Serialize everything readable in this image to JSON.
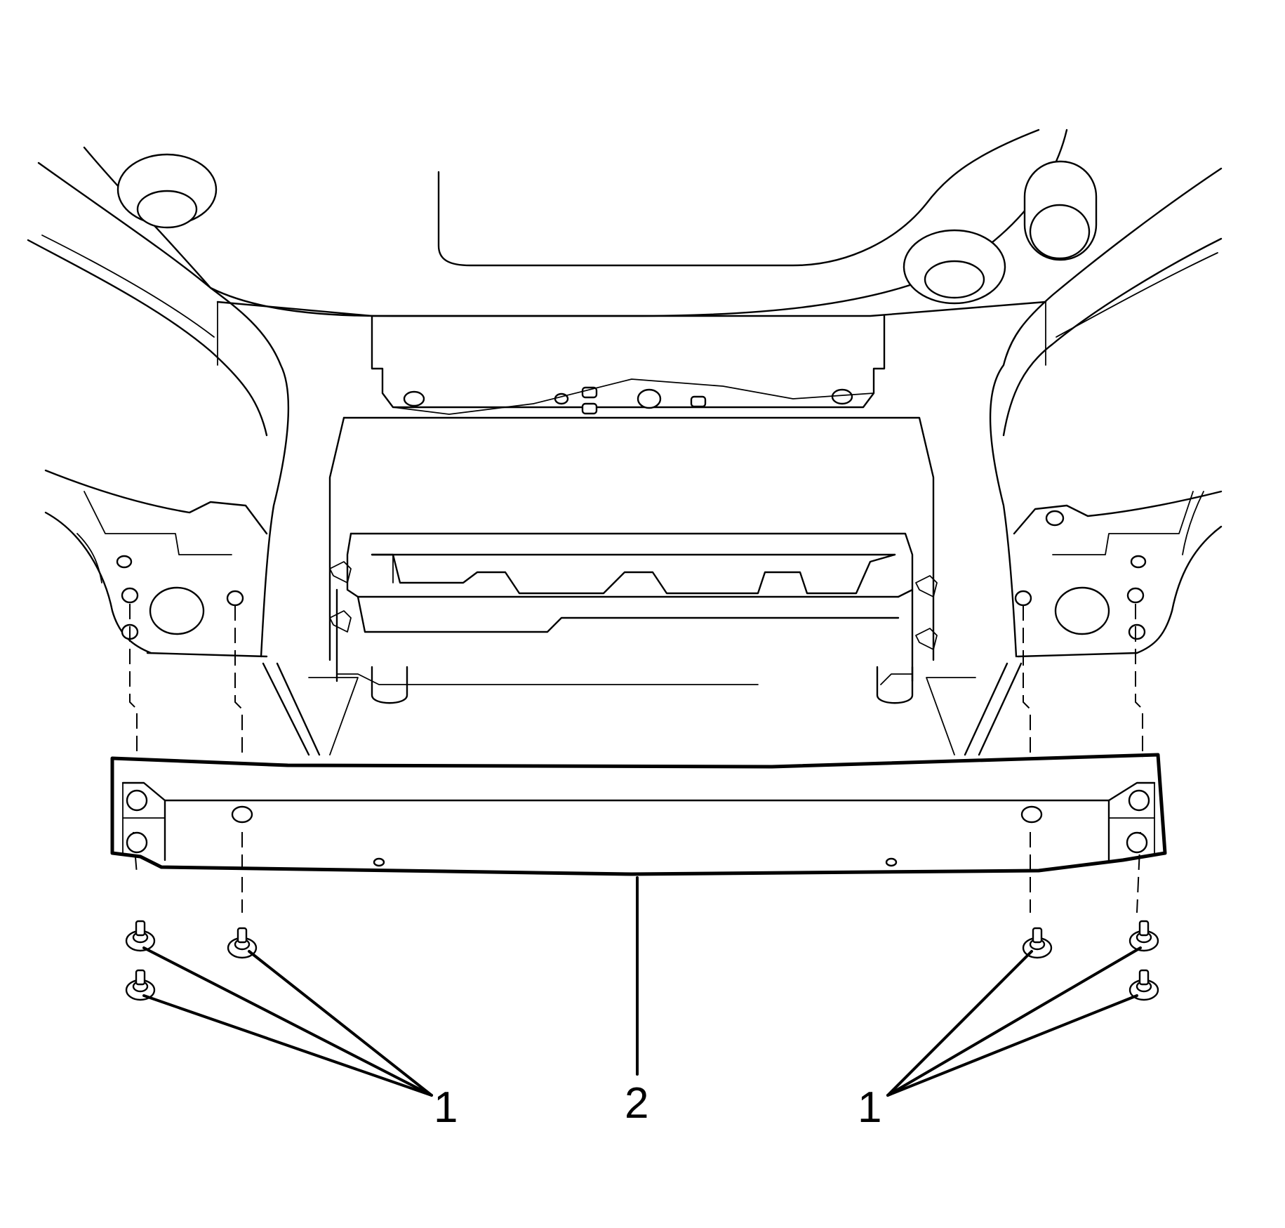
{
  "callouts": [
    {
      "id": "fasteners-left",
      "label": "1"
    },
    {
      "id": "bar",
      "label": "2"
    },
    {
      "id": "fasteners-right",
      "label": "1"
    }
  ]
}
